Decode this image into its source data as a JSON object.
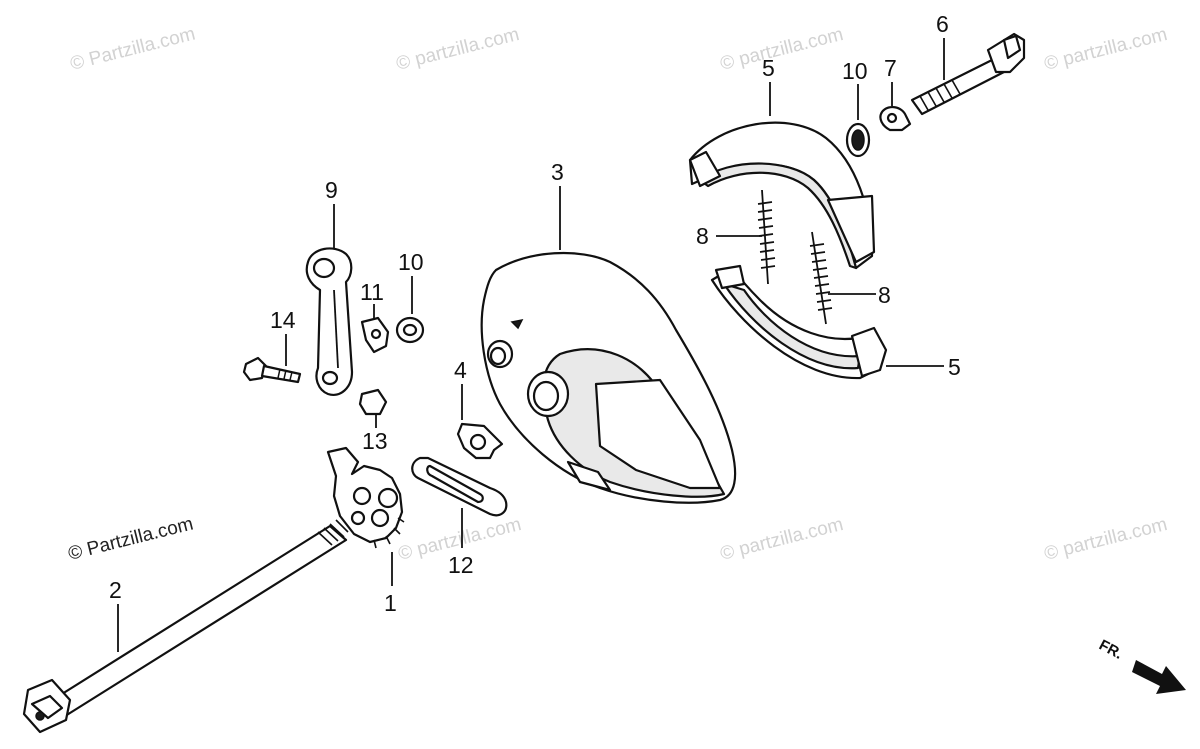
{
  "watermark": {
    "text": "© Partzilla.com",
    "text_lower": "© partzilla.com"
  },
  "callouts": {
    "c1": "1",
    "c2": "2",
    "c3": "3",
    "c4": "4",
    "c5a": "5",
    "c5b": "5",
    "c6": "6",
    "c7": "7",
    "c8a": "8",
    "c8b": "8",
    "c9": "9",
    "c10a": "10",
    "c10b": "10",
    "c11": "11",
    "c12": "12",
    "c13": "13",
    "c14": "14"
  },
  "direction": {
    "label": "FR."
  },
  "colors": {
    "line": "#111111",
    "watermark": "#d2d2d2",
    "background": "#ffffff"
  }
}
